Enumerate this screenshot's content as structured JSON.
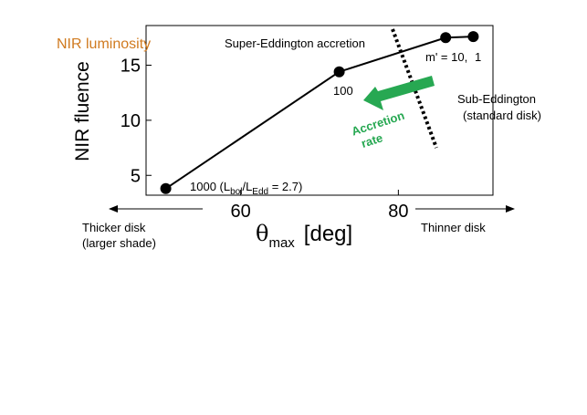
{
  "chart_data": {
    "type": "line",
    "xlabel": "θ",
    "xlabel_sub": "max",
    "xlabel_unit": "[deg]",
    "ylabel": "NIR fluence",
    "xlim": [
      48,
      92
    ],
    "ylim": [
      3.2,
      18.6
    ],
    "xticks": [
      60,
      80
    ],
    "yticks": [
      5,
      10,
      15
    ],
    "series": [
      {
        "x": [
          50.5,
          72.5,
          86.0,
          89.5
        ],
        "y": [
          3.8,
          14.4,
          17.5,
          17.6
        ],
        "point_labels": [
          "",
          "100",
          "",
          ""
        ]
      }
    ],
    "annotations": {
      "luminosity": "NIR luminosity",
      "super_eddington": "Super-Eddington accretion",
      "sub_eddington_line1": "Sub-Eddington",
      "sub_eddington_line2": "(standard disk)",
      "mdot_prefix": "m' = 10,",
      "mdot_last": "1",
      "mdot_1000_prefix": "1000 (L",
      "mdot_1000_sub1": "bol",
      "mdot_1000_mid": "/L",
      "mdot_1000_sub2": "Edd",
      "mdot_1000_suffix": " = 2.7)",
      "accretion_line1": "Accretion",
      "accretion_line2": "rate",
      "thicker_line1": "Thicker disk",
      "thicker_line2": "(larger shade)",
      "thinner": "Thinner disk"
    },
    "colors": {
      "luminosity": "#d07a1f",
      "accretion": "#27a852",
      "line": "#000000"
    }
  }
}
